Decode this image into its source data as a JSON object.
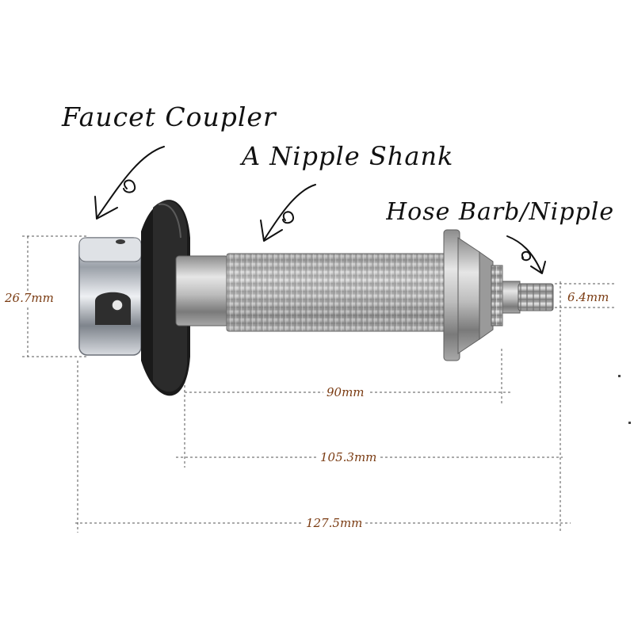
{
  "colors": {
    "annotation_text": "#111111",
    "dimension_text": "#7a3b12",
    "dimension_line": "#555555",
    "rubber_gasket": "#1a1a1a",
    "chrome": "#c9ccd2",
    "steel": "#b8b8b8"
  },
  "callouts": {
    "faucet_coupler": "Faucet Coupler",
    "nipple_shank": "A Nipple Shank",
    "hose_barb": "Hose Barb/Nipple"
  },
  "dimensions": {
    "height": "26.7mm",
    "barb": "6.4mm",
    "threaded": "90mm",
    "shank": "105.3mm",
    "overall": "127.5mm"
  }
}
